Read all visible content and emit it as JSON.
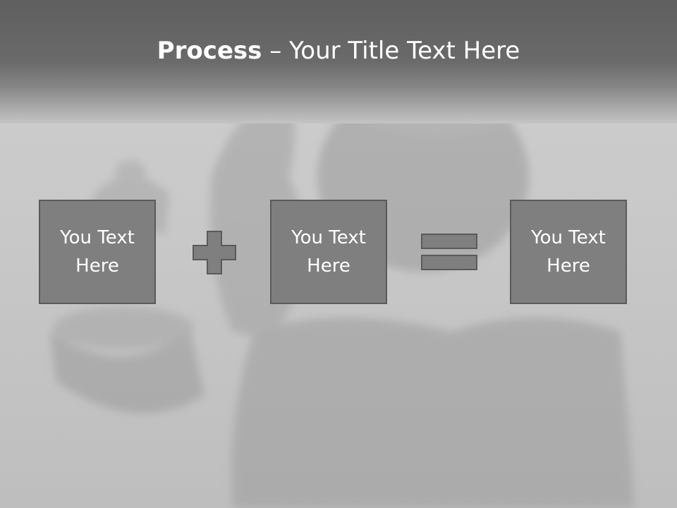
{
  "slide": {
    "title_bold": "Process",
    "title_dash": " – ",
    "title_rest": "Your Title Text Here",
    "boxes": [
      {
        "text": "You Text Here"
      },
      {
        "text": "You Text Here"
      },
      {
        "text": "You Text Here"
      }
    ],
    "operators": [
      "plus-icon",
      "equals-icon"
    ],
    "colors": {
      "title_band": "#5f5f5f",
      "box_fill": "#7f7f7f",
      "box_border": "#5a5a5a",
      "text": "#ffffff"
    }
  }
}
